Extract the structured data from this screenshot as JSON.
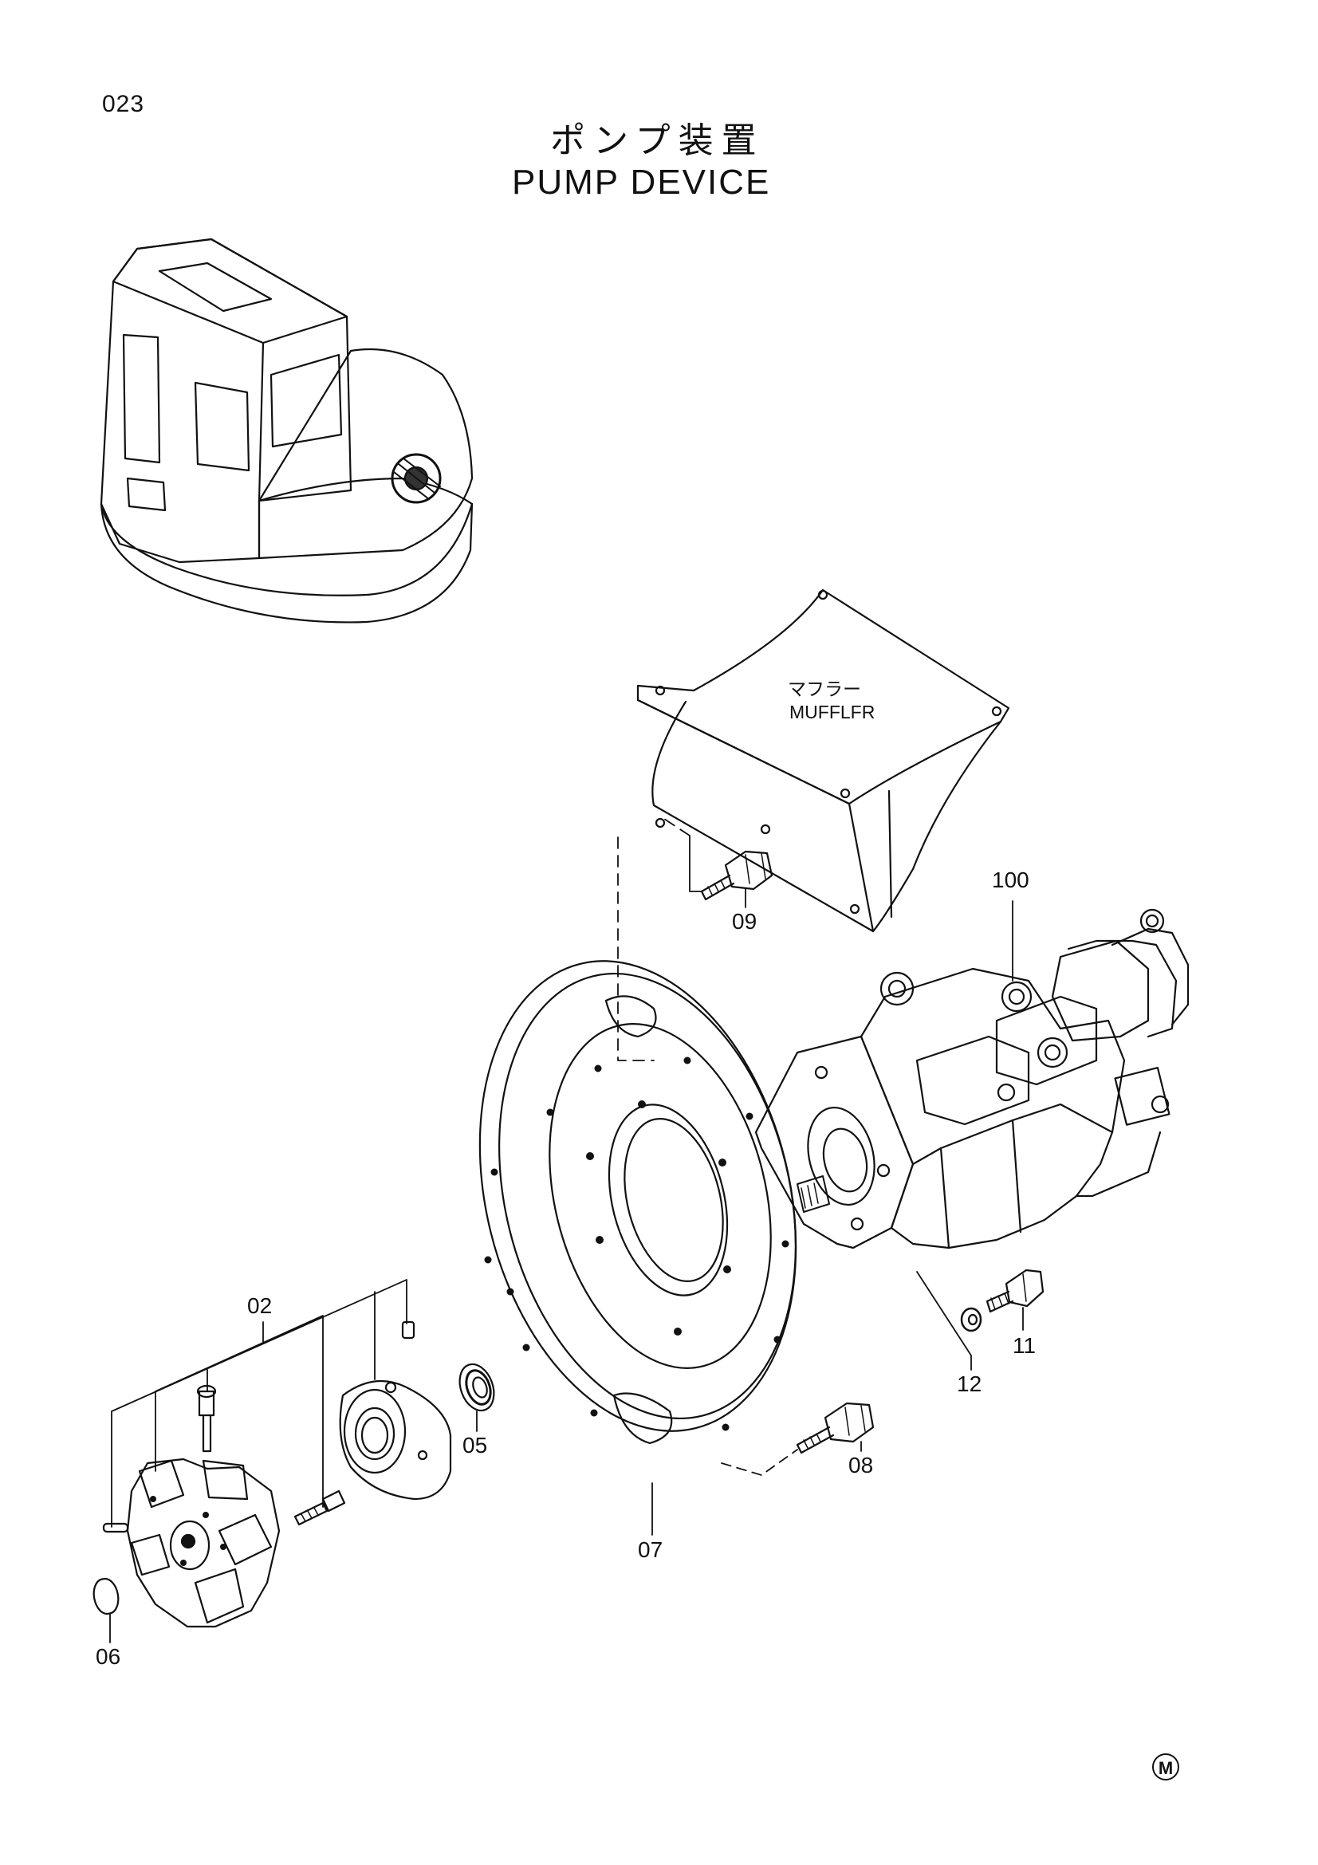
{
  "header": {
    "page_number": "023",
    "title_jp": "ポンプ装置",
    "title_en": "PUMP DEVICE"
  },
  "notes": {
    "muffler_jp": "マフラー",
    "muffler_en": "MUFFLFR"
  },
  "callouts": {
    "p02": "02",
    "p05": "05",
    "p06": "06",
    "p07": "07",
    "p08": "08",
    "p09": "09",
    "p11": "11",
    "p12": "12",
    "p100": "100"
  },
  "footer": {
    "mark": "M"
  }
}
